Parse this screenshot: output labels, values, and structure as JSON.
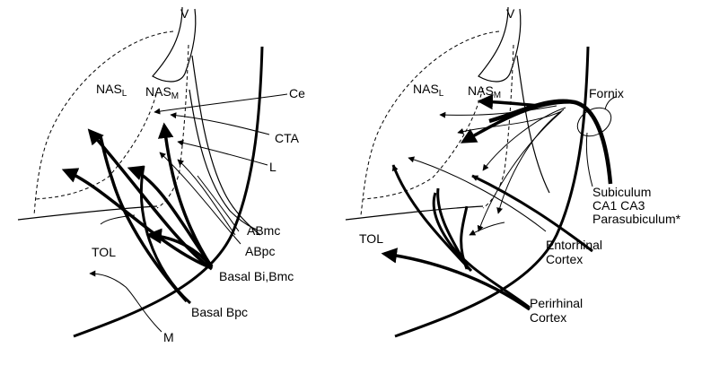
{
  "left_panel": {
    "labels": {
      "v": "V",
      "nas_l_main": "NAS",
      "nas_l_sub": "L",
      "nas_m_main": "NAS",
      "nas_m_sub": "M",
      "ce": "Ce",
      "cta": "CTA",
      "l": "L",
      "abmc": "ABmc",
      "abpc": "ABpc",
      "tol": "TOL",
      "basal_bi_bmc": "Basal Bi,Bmc",
      "basal_bpc": "Basal Bpc",
      "m": "M"
    }
  },
  "right_panel": {
    "labels": {
      "v": "V",
      "nas_l_main": "NAS",
      "nas_l_sub": "L",
      "nas_m_main": "NAS",
      "nas_m_sub": "M",
      "fornix": "Fornix",
      "subiculum": "Subiculum",
      "ca1_ca3": "CA1 CA3",
      "parasubiculum": "Parasubiculum*",
      "tol": "TOL",
      "entorhinal_1": "Entorhinal",
      "entorhinal_2": "Cortex",
      "perirhinal_1": "Perirhinal",
      "perirhinal_2": "Cortex"
    }
  },
  "colors": {
    "ink": "#000000",
    "background": "#ffffff"
  }
}
